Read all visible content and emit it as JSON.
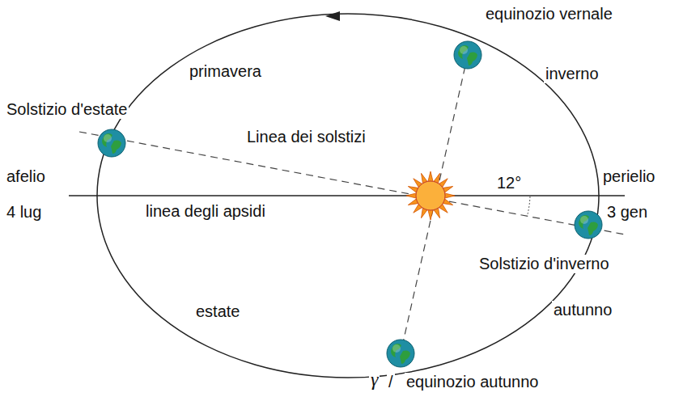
{
  "diagram": {
    "labels": [
      "equinozio vernale",
      "primavera",
      "inverno",
      "Solstizio d'estate",
      "Linea dei solstizi",
      "afelio",
      "4 lug",
      "linea degli apsidi",
      "12°",
      "perielio",
      "3 gen",
      "Solstizio d'inverno",
      "estate",
      "autunno",
      "γ",
      "/",
      "equinozio autunno"
    ]
  }
}
